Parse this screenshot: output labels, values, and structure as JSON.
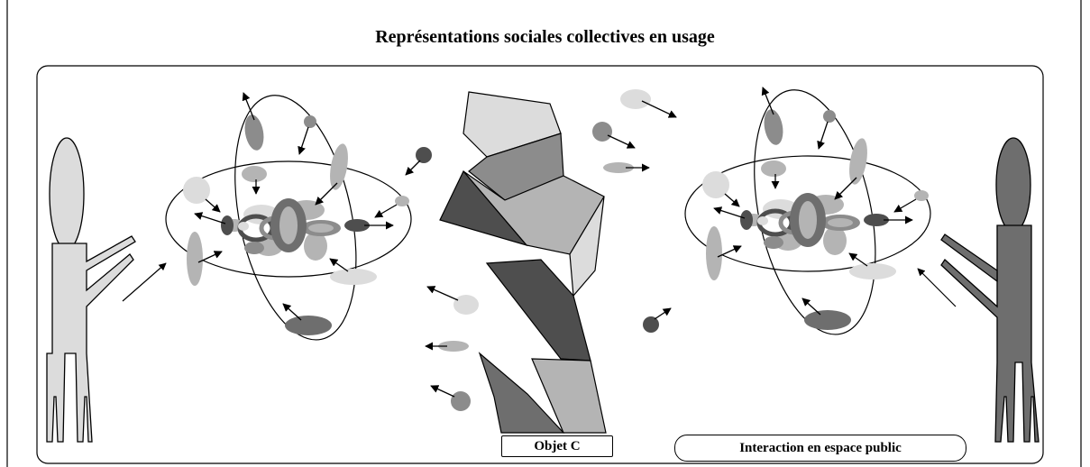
{
  "title": "Représentations sociales collectives en usage",
  "object_label": "Objet C",
  "interaction_label": "Interaction en espace public",
  "colors": {
    "light": "#dcdcdc",
    "mid_light": "#b4b4b4",
    "mid": "#8c8c8c",
    "mid_dark": "#6e6e6e",
    "dark": "#4e4e4e",
    "person_left": "#dcdcdc",
    "person_right": "#6e6e6e"
  },
  "icons": [
    "person-left-icon",
    "person-right-icon",
    "representation-left",
    "representation-right",
    "object-c-shape"
  ]
}
